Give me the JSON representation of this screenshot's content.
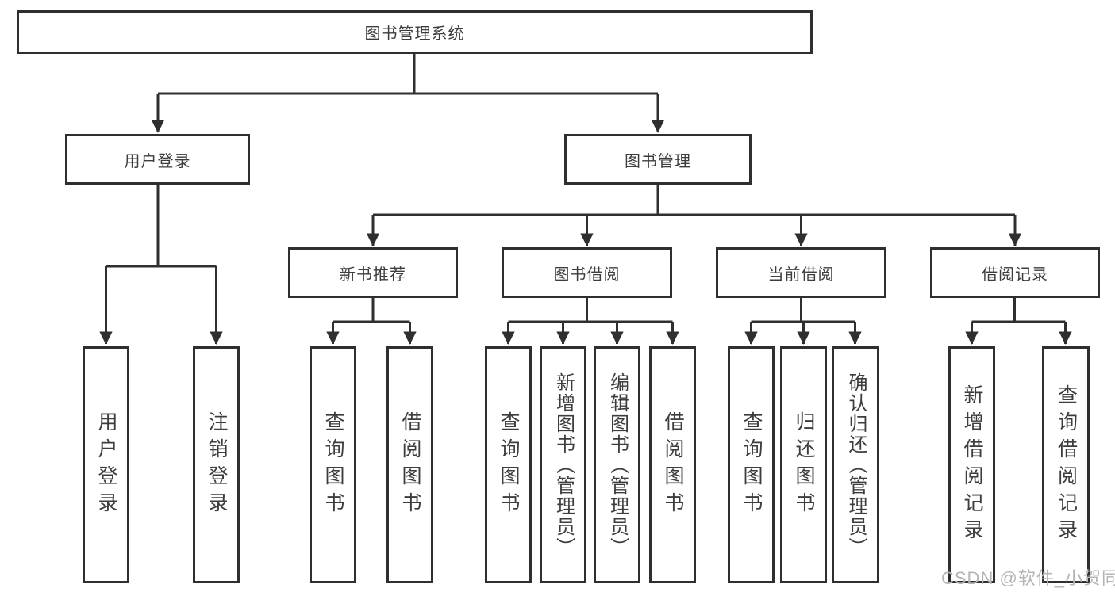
{
  "nodes": {
    "root": {
      "label": "图书管理系统"
    },
    "user_login": {
      "label": "用户登录",
      "children": [
        {
          "label": "用户登录"
        },
        {
          "label": "注销登录"
        }
      ]
    },
    "book_mgmt": {
      "label": "图书管理"
    },
    "new_book_rec": {
      "label": "新书推荐",
      "children": [
        {
          "label": "查询图书"
        },
        {
          "label": "借阅图书"
        }
      ]
    },
    "book_borrow": {
      "label": "图书借阅",
      "children": [
        {
          "label": "查询图书"
        },
        {
          "label": "新增图书（管理员）"
        },
        {
          "label": "编辑图书（管理员）"
        },
        {
          "label": "借阅图书"
        }
      ]
    },
    "current_borrow": {
      "label": "当前借阅",
      "children": [
        {
          "label": "查询图书"
        },
        {
          "label": "归还图书"
        },
        {
          "label": "确认归还（管理员）"
        }
      ]
    },
    "borrow_record": {
      "label": "借阅记录",
      "children": [
        {
          "label": "新增借阅记录"
        },
        {
          "label": "查询借阅记录"
        }
      ]
    }
  },
  "watermark": "CSDN @软件_小贺同学",
  "colors": {
    "ink": "#2f2f2f",
    "text": "#3d3d3d",
    "box-bg": "#ffffff",
    "canvas-bg": "#ffffff",
    "watermark": "#b5b5b5"
  }
}
